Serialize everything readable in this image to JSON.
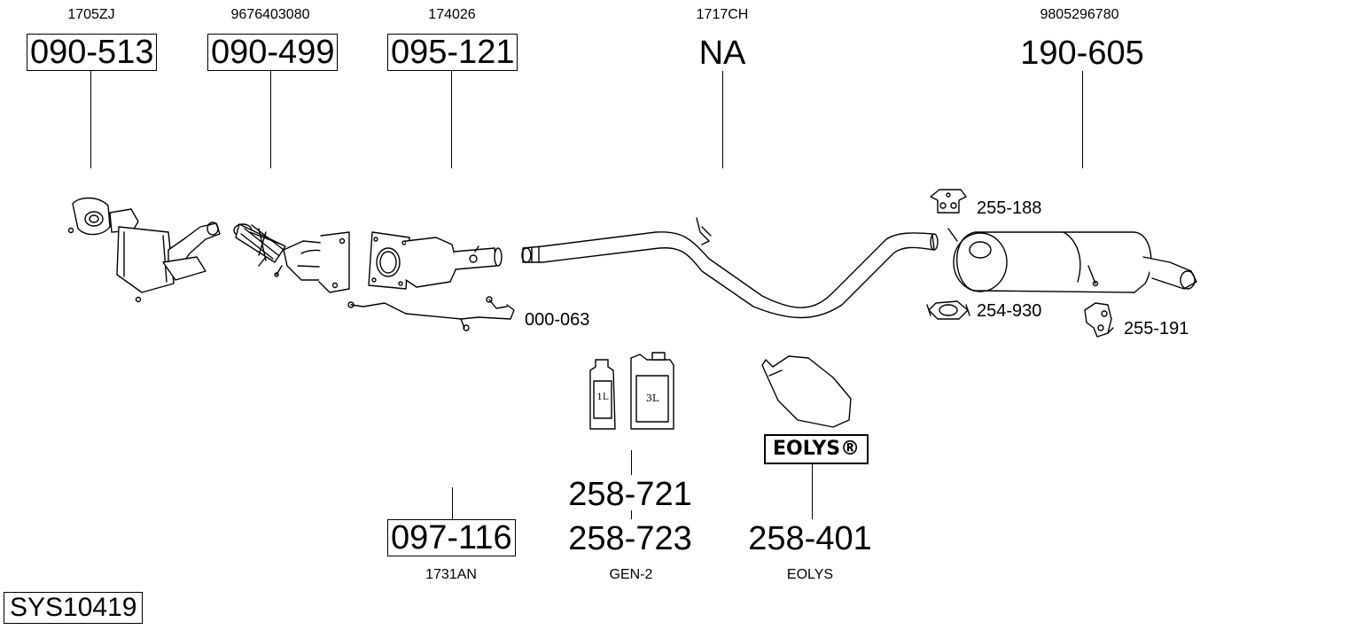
{
  "parts_top": [
    {
      "oem": "1705ZJ",
      "code": "090-513"
    },
    {
      "oem": "9676403080",
      "code": "090-499"
    },
    {
      "oem": "174026",
      "code": "095-121"
    },
    {
      "oem": "1717CH",
      "code": "NA"
    },
    {
      "oem": "9805296780",
      "code": "190-605"
    }
  ],
  "accessories": {
    "hanger_1": "255-188",
    "clamp": "254-930",
    "hanger_2": "255-191",
    "sensor": "000-063"
  },
  "parts_bottom": {
    "pipe": {
      "code": "097-116",
      "oem": "1731AN"
    },
    "additive_1l": "258-721",
    "additive_3l": "258-723",
    "additive_label": "GEN-2",
    "bag": {
      "code": "258-401",
      "oem": "EOLYS",
      "brand": "EOLYS®"
    }
  },
  "canister_labels": {
    "small": "1L",
    "large": "3L"
  },
  "system_id": "SYS10419"
}
